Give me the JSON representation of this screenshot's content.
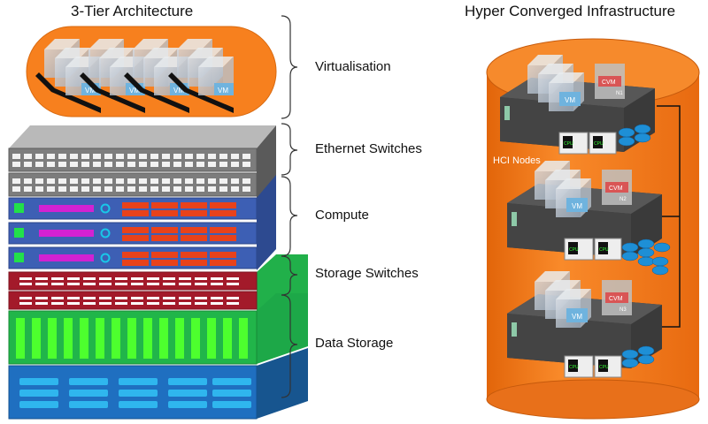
{
  "left": {
    "title": "3-Tier Architecture",
    "tiers": [
      {
        "label": "Virtualisation"
      },
      {
        "label": "Ethernet Switches"
      },
      {
        "label": "Compute"
      },
      {
        "label": "Storage Switches"
      },
      {
        "label": "Data Storage"
      }
    ],
    "vm_label": "VM"
  },
  "right": {
    "title": "Hyper Converged Infrastructure",
    "hci_label": "HCI Nodes",
    "nodes": [
      {
        "cvm": "CVM",
        "id": "N1",
        "vm": "VM",
        "cpu": "CPU"
      },
      {
        "cvm": "CVM",
        "id": "N2",
        "vm": "VM",
        "cpu": "CPU"
      },
      {
        "cvm": "CVM",
        "id": "N3",
        "vm": "VM",
        "cpu": "CPU"
      }
    ]
  },
  "colors": {
    "orange": "#f7801e",
    "switch_grey": "#8a8a8a",
    "compute_blue": "#3d5fb4",
    "storage_switch_red": "#a31a2a",
    "storage_green": "#22b84a",
    "storage_blue": "#1f6fc0",
    "vm_blue": "#6fb3de"
  }
}
